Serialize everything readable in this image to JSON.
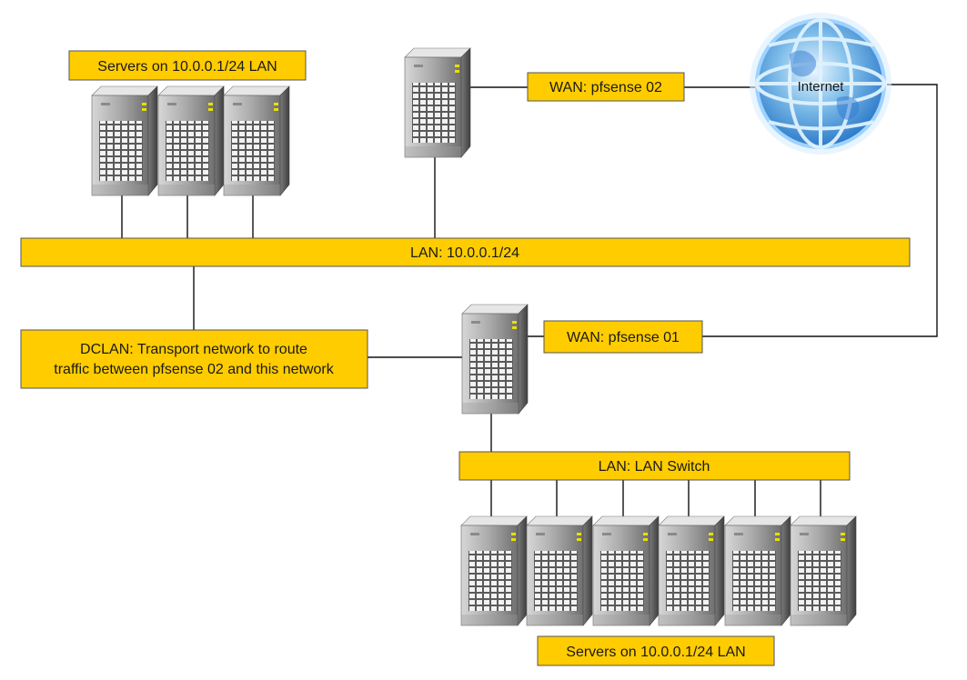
{
  "labels": {
    "servers_top": "Servers on 10.0.0.1/24 LAN",
    "wan_pfsense_02": "WAN: pfsense 02",
    "internet": "Internet",
    "lan_main": "LAN: 10.0.0.1/24",
    "dclan_line1": "DCLAN: Transport network to route",
    "dclan_line2": "traffic between pfsense 02 and this network",
    "wan_pfsense_01": "WAN: pfsense 01",
    "lan_switch": "LAN: LAN Switch",
    "servers_bottom": "Servers on 10.0.0.1/24 LAN"
  },
  "colors": {
    "box_fill": "#ffcc00",
    "box_stroke": "#555555",
    "line": "#111111",
    "globe_light": "#bfe3ff",
    "globe_dark": "#1f6fc4"
  },
  "icons": {
    "server": "server-tower-icon",
    "globe": "globe-icon"
  }
}
